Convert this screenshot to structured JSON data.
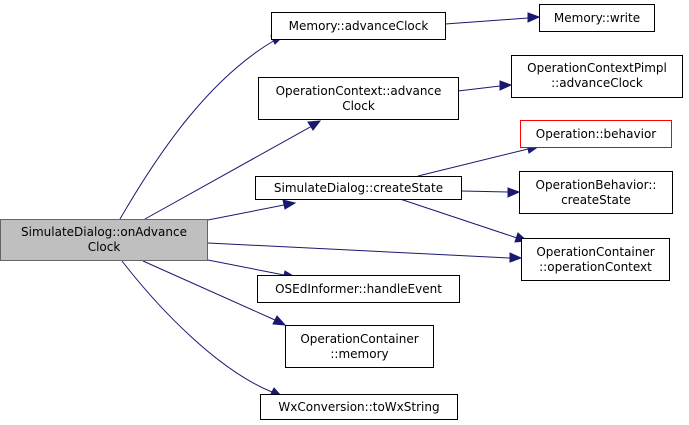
{
  "colors": {
    "edge": "#191970",
    "root_fill": "#bfbfbf",
    "root_stroke": "#666666",
    "highlight_stroke": "#ff0000"
  },
  "nodes": {
    "root": {
      "lines": [
        "SimulateDialog::onAdvance",
        "Clock"
      ]
    },
    "mem_adv": {
      "lines": [
        "Memory::advanceClock"
      ]
    },
    "mem_write": {
      "lines": [
        "Memory::write"
      ]
    },
    "opctx_adv": {
      "lines": [
        "OperationContext::advance",
        "Clock"
      ]
    },
    "opctx_pimpl": {
      "lines": [
        "OperationContextPimpl",
        "::advanceClock"
      ]
    },
    "op_behavior": {
      "lines": [
        "Operation::behavior"
      ]
    },
    "create_state": {
      "lines": [
        "SimulateDialog::createState"
      ]
    },
    "opbeh_create": {
      "lines": [
        "OperationBehavior::",
        "createState"
      ]
    },
    "opcont_ctx": {
      "lines": [
        "OperationContainer",
        "::operationContext"
      ]
    },
    "osed": {
      "lines": [
        "OSEdInformer::handleEvent"
      ]
    },
    "opcont_mem": {
      "lines": [
        "OperationContainer",
        "::memory"
      ]
    },
    "wx": {
      "lines": [
        "WxConversion::toWxString"
      ]
    }
  }
}
